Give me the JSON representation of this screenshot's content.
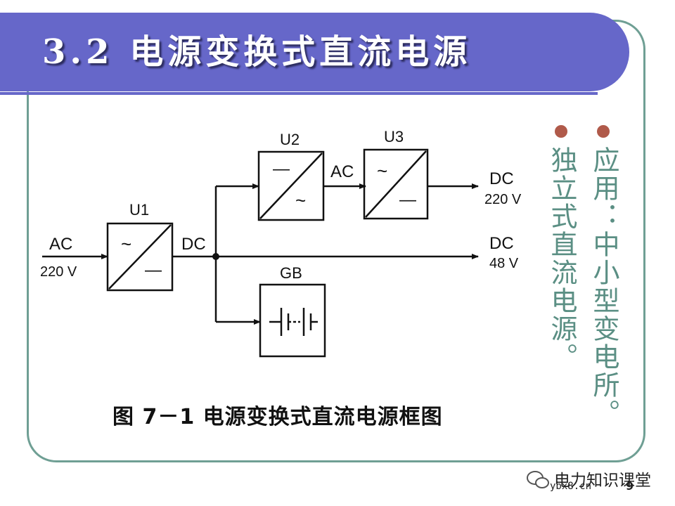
{
  "title": "3.2 电源变换式直流电源",
  "diagram": {
    "blocks": {
      "u1": {
        "label": "U1",
        "top": "~",
        "bottom": "—"
      },
      "u2": {
        "label": "U2",
        "top": "—",
        "bottom": "~"
      },
      "u3": {
        "label": "U3",
        "top": "~",
        "bottom": "—"
      },
      "gb": {
        "label": "GB"
      }
    },
    "input": {
      "type": "AC",
      "voltage": "220 V"
    },
    "bus_label": "DC",
    "ac_link_label": "AC",
    "outputs": [
      {
        "type": "DC",
        "voltage": "220 V"
      },
      {
        "type": "DC",
        "voltage": "48 V"
      }
    ]
  },
  "caption": "图 7－1    电源变换式直流电源框图",
  "bullets": [
    {
      "text": "应用：中小型变电所。"
    },
    {
      "text": "独立式直流电源。"
    }
  ],
  "watermark": {
    "text": "电力知识课堂",
    "url": "ybx8.cn",
    "page": "9"
  },
  "colors": {
    "title_bar": "#6667c9",
    "frame": "#6f9f94",
    "bullet": "#b05a4a",
    "vertical_text": "#5b8f84"
  }
}
